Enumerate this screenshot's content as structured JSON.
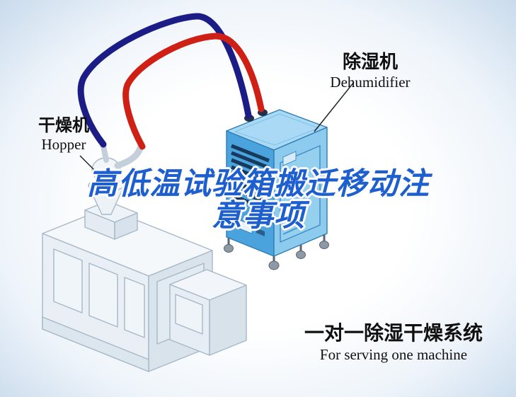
{
  "title": {
    "full": "高低温试验箱搬迁移动注意事项",
    "line1": "高低温试验箱搬迁移动注",
    "line2": "意事项"
  },
  "callouts": {
    "dehumidifier": {
      "zh": "除湿机",
      "en": "Dehumidifier"
    },
    "hopper": {
      "zh": "干燥机",
      "en": "Hopper"
    }
  },
  "footer": {
    "zh": "一对一除湿干燥系统",
    "en": "For serving one machine"
  },
  "icons": {
    "dehumidifier_machine": "dehumidifier-machine-illustration",
    "hopper_dryer": "hopper-dryer-illustration",
    "extruder": "extruder-machine-illustration",
    "supply_hose": "blue-air-hose",
    "return_hose": "red-air-hose"
  },
  "colors": {
    "title_color": "#1e5fd0",
    "hose_supply": "#1c1c86",
    "hose_return": "#cf2015",
    "dehumidifier_body": "#4aa3dd",
    "background_tint": "#c9dbec"
  }
}
